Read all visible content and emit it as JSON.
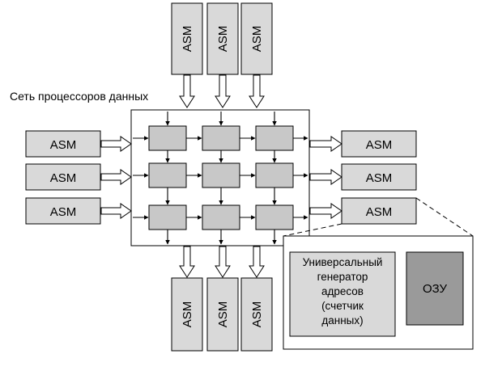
{
  "title": "Сеть процессоров данных",
  "asm_label": "ASM",
  "agu_lines": [
    "Универсальный",
    "генератор",
    "адресов",
    "(счетчик",
    "данных)"
  ],
  "memory_label": "ОЗУ",
  "colors": {
    "asm_fill": "#d9d9d9",
    "pe_fill": "#c8c8c8",
    "memory_fill": "#9a9a9a",
    "stroke": "#000000"
  }
}
